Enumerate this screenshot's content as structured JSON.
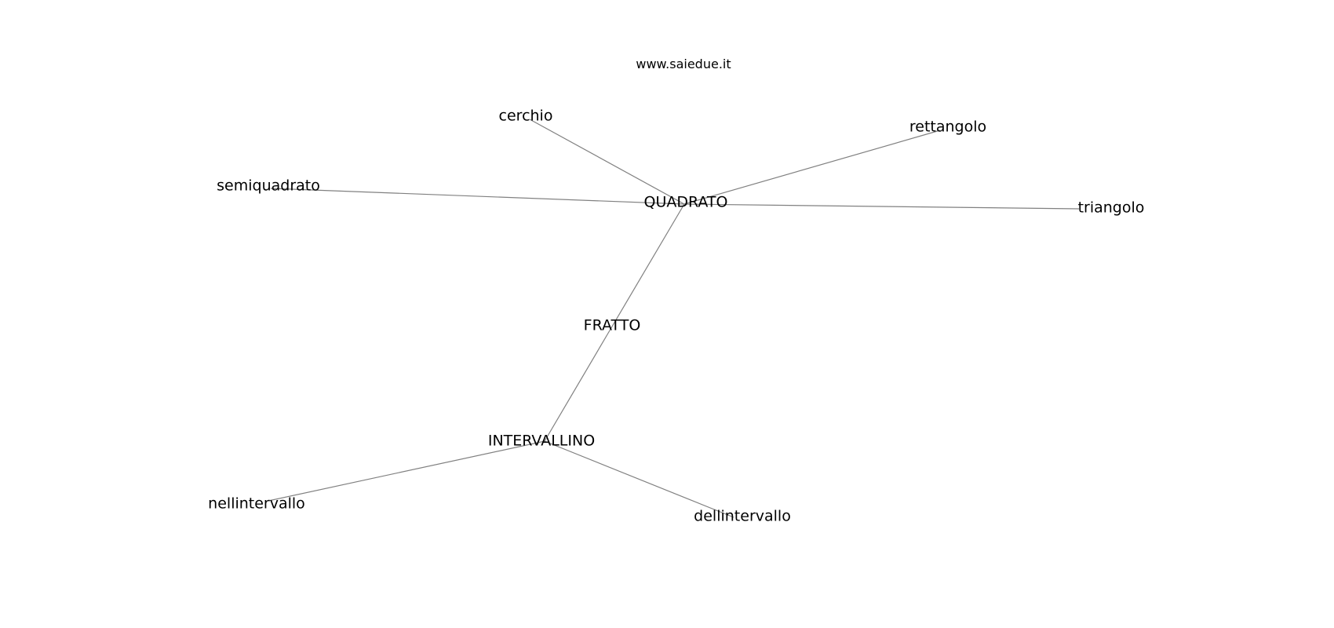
{
  "watermark": "www.saiedue.it",
  "graph": {
    "nodes": [
      {
        "id": "cerchio",
        "label": "cerchio"
      },
      {
        "id": "rettangolo",
        "label": "rettangolo"
      },
      {
        "id": "semiquadrato",
        "label": "semiquadrato"
      },
      {
        "id": "quadrato",
        "label": "QUADRATO"
      },
      {
        "id": "triangolo",
        "label": "triangolo"
      },
      {
        "id": "fratto",
        "label": "FRATTO"
      },
      {
        "id": "intervallino",
        "label": "INTERVALLINO"
      },
      {
        "id": "nellintervallo",
        "label": "nellintervallo"
      },
      {
        "id": "dellintervallo",
        "label": "dellintervallo"
      }
    ],
    "edges": [
      {
        "from": "quadrato",
        "to": "cerchio"
      },
      {
        "from": "quadrato",
        "to": "rettangolo"
      },
      {
        "from": "quadrato",
        "to": "semiquadrato"
      },
      {
        "from": "quadrato",
        "to": "triangolo"
      },
      {
        "from": "quadrato",
        "to": "fratto"
      },
      {
        "from": "fratto",
        "to": "intervallino"
      },
      {
        "from": "intervallino",
        "to": "nellintervallo"
      },
      {
        "from": "intervallino",
        "to": "dellintervallo"
      }
    ]
  }
}
